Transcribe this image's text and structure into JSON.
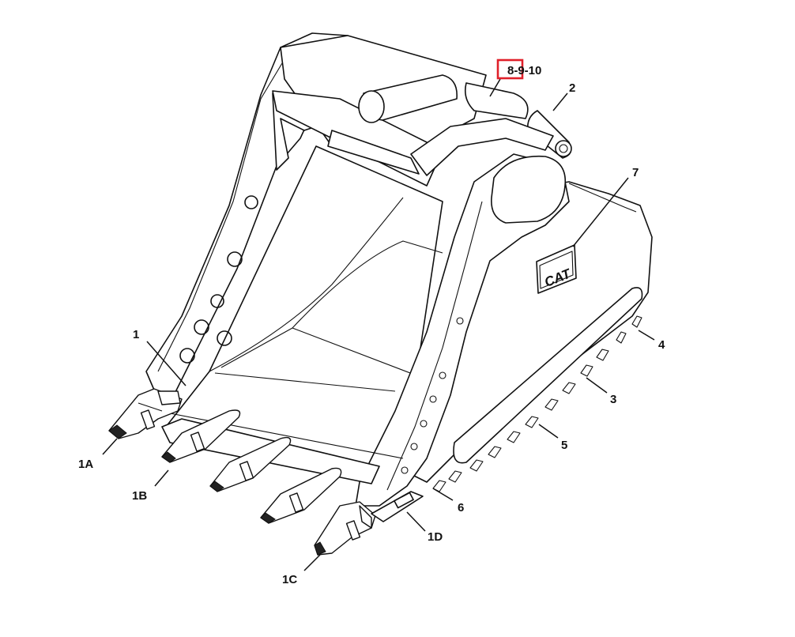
{
  "diagram": {
    "brand_logo_text": "CAT",
    "highlight_color": "#e0202a",
    "callouts": [
      {
        "id": "c-8-9-10",
        "label": "8-9-10"
      },
      {
        "id": "c-2",
        "label": "2"
      },
      {
        "id": "c-7",
        "label": "7"
      },
      {
        "id": "c-4",
        "label": "4"
      },
      {
        "id": "c-3",
        "label": "3"
      },
      {
        "id": "c-5",
        "label": "5"
      },
      {
        "id": "c-6",
        "label": "6"
      },
      {
        "id": "c-1",
        "label": "1"
      },
      {
        "id": "c-1a",
        "label": "1A"
      },
      {
        "id": "c-1b",
        "label": "1B"
      },
      {
        "id": "c-1c",
        "label": "1C"
      },
      {
        "id": "c-1d",
        "label": "1D"
      }
    ]
  }
}
